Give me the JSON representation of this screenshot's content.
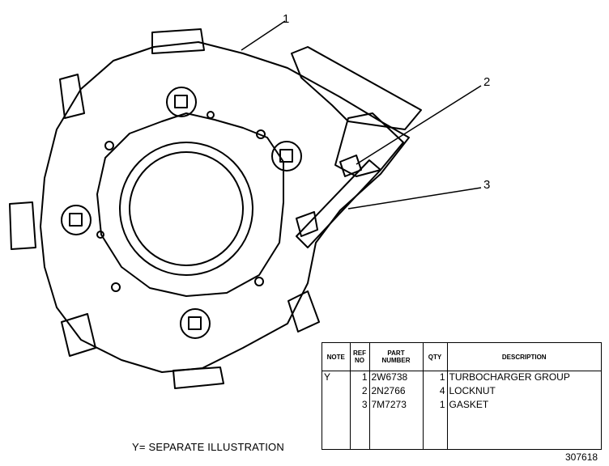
{
  "callouts": [
    "1",
    "2",
    "3"
  ],
  "table": {
    "headers": {
      "note": "NOTE",
      "ref_no": "REF\nNO",
      "part_number": "PART\nNUMBER",
      "qty": "QTY",
      "description": "DESCRIPTION"
    },
    "rows": [
      {
        "note": "Y",
        "ref_no": "1",
        "part_number": "2W6738",
        "qty": "1",
        "description": "TURBOCHARGER GROUP"
      },
      {
        "note": "",
        "ref_no": "2",
        "part_number": "2N2766",
        "qty": "4",
        "description": "LOCKNUT"
      },
      {
        "note": "",
        "ref_no": "3",
        "part_number": "7M7273",
        "qty": "1",
        "description": "GASKET"
      }
    ]
  },
  "footnote": "Y= SEPARATE ILLUSTRATION",
  "figure_number": "307618"
}
